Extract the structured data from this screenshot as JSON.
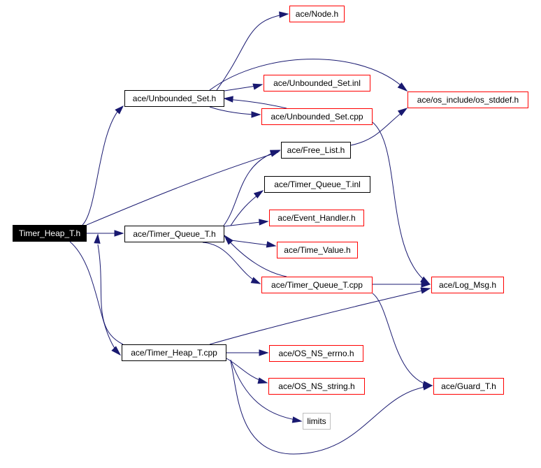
{
  "nodes": {
    "timer_heap_t_h": "Timer_Heap_T.h",
    "unbounded_set_h": "ace/Unbounded_Set.h",
    "timer_queue_t_h": "ace/Timer_Queue_T.h",
    "timer_heap_t_cpp": "ace/Timer_Heap_T.cpp",
    "node_h": "ace/Node.h",
    "unbounded_set_inl": "ace/Unbounded_Set.inl",
    "unbounded_set_cpp": "ace/Unbounded_Set.cpp",
    "os_stddef_h": "ace/os_include/os_stddef.h",
    "free_list_h": "ace/Free_List.h",
    "timer_queue_t_inl": "ace/Timer_Queue_T.inl",
    "event_handler_h": "ace/Event_Handler.h",
    "time_value_h": "ace/Time_Value.h",
    "timer_queue_t_cpp": "ace/Timer_Queue_T.cpp",
    "log_msg_h": "ace/Log_Msg.h",
    "os_ns_errno_h": "ace/OS_NS_errno.h",
    "os_ns_string_h": "ace/OS_NS_string.h",
    "limits": "limits",
    "guard_t_h": "ace/Guard_T.h"
  },
  "colors": {
    "edge": "#191970",
    "documented_border": "#000000",
    "undocumented_border": "#ff0000",
    "external_border": "#bfbfbf",
    "root_fill": "#000000",
    "root_text": "#ffffff"
  }
}
